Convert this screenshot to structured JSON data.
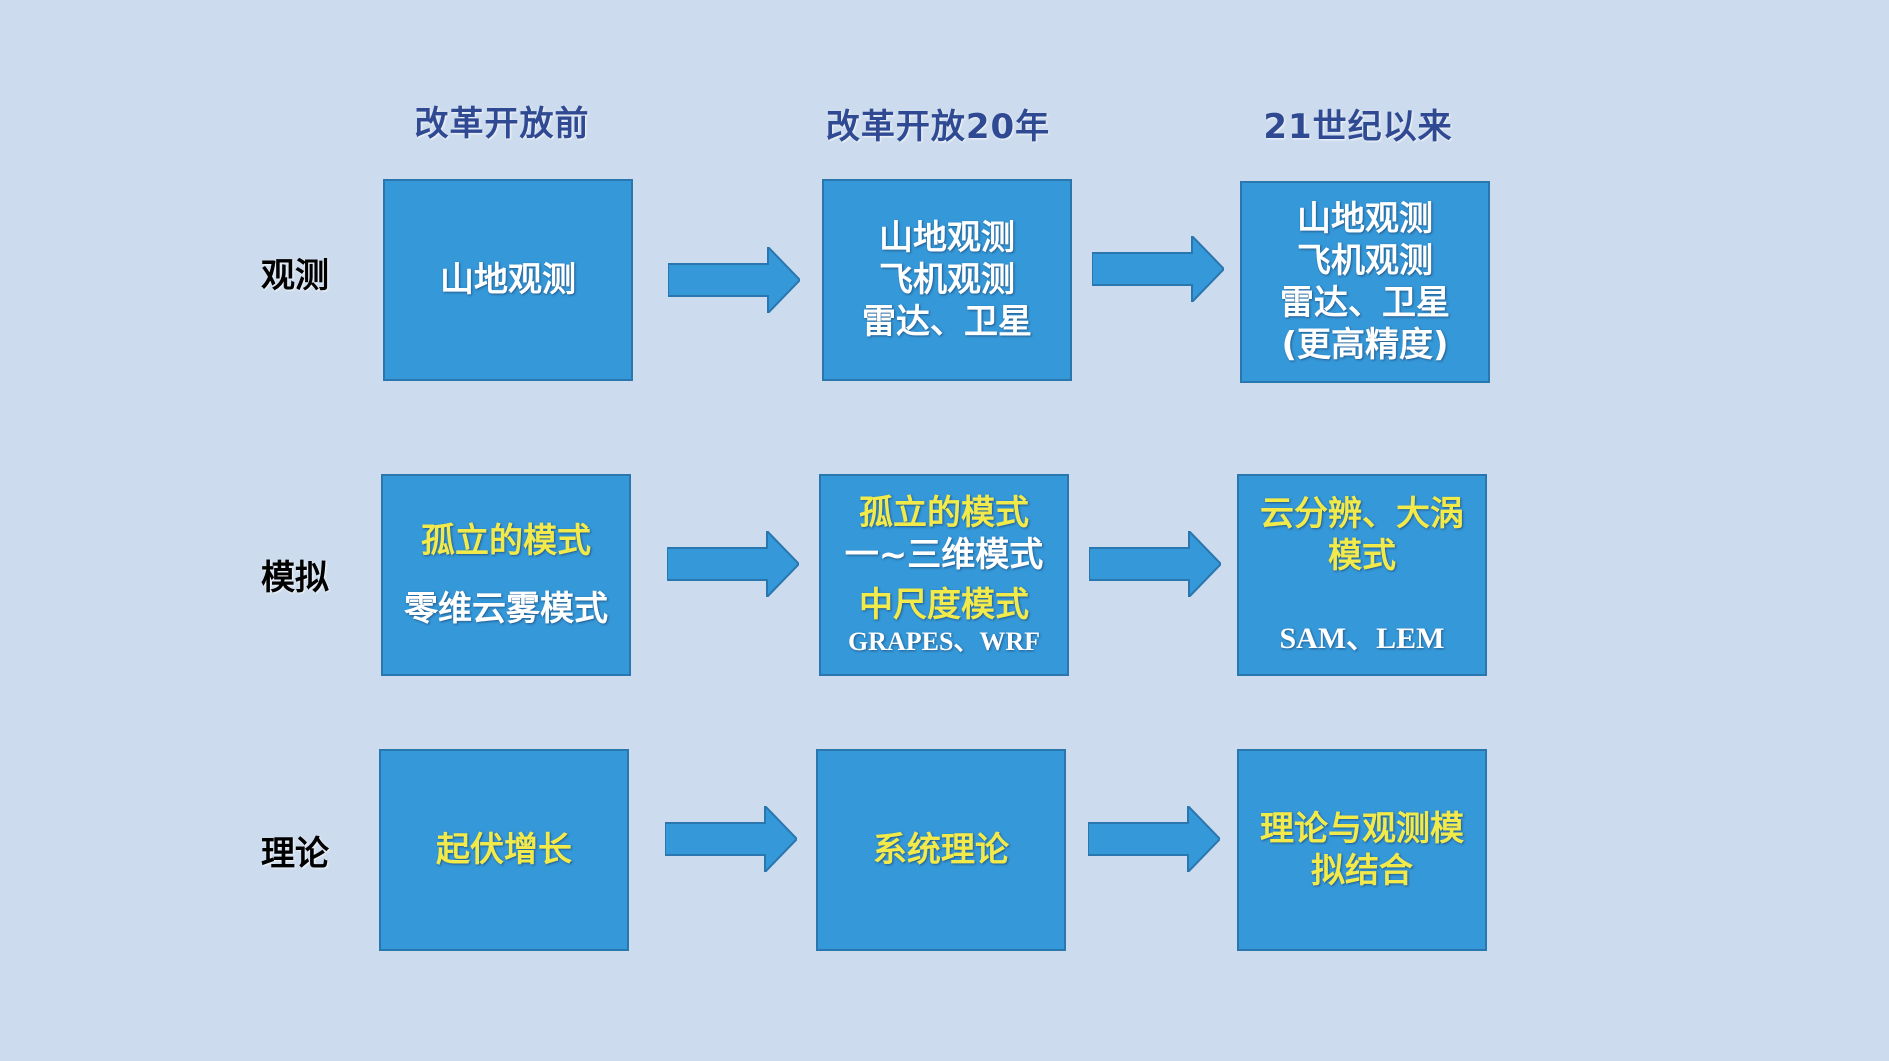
{
  "colors": {
    "background": "#ccdbed",
    "box_fill": "#3598d8",
    "box_border": "#2a76ae",
    "header_text": "#2f4a93",
    "label_text": "#000000",
    "white_text": "#ffffff",
    "yellow_text": "#f2ea4a",
    "arrow_fill": "#3598d8"
  },
  "headers": [
    "改革开放前",
    "改革开放20年",
    "21世纪以来"
  ],
  "rows": [
    {
      "label": "观测",
      "cells": [
        {
          "lines": [
            "山地观测"
          ]
        },
        {
          "lines": [
            "山地观测",
            "飞机观测",
            "雷达、卫星"
          ]
        },
        {
          "lines": [
            "山地观测",
            "飞机观测",
            "雷达、卫星",
            "(更高精度)"
          ]
        }
      ]
    },
    {
      "label": "模拟",
      "cells": [
        {
          "lines": [
            "孤立的模式",
            "零维云雾模式"
          ]
        },
        {
          "lines": [
            "孤立的模式",
            "一~三维模式",
            "中尺度模式",
            "GRAPES、WRF"
          ]
        },
        {
          "lines": [
            "云分辨、大涡",
            "模式",
            "SAM、LEM"
          ]
        }
      ]
    },
    {
      "label": "理论",
      "cells": [
        {
          "lines": [
            "起伏增长"
          ]
        },
        {
          "lines": [
            "系统理论"
          ]
        },
        {
          "lines": [
            "理论与观测模",
            "拟结合"
          ]
        }
      ]
    }
  ]
}
